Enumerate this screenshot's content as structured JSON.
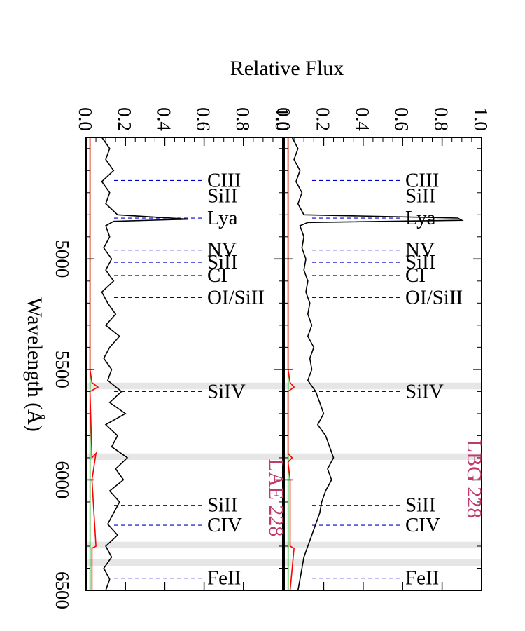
{
  "figure": {
    "y_axis_title": "Relative Flux",
    "x_axis_title": "Wavelength (Å)",
    "orientation": "rotated 90 degrees clockwise: wavelength increases downward, flux increases to the right"
  },
  "colors": {
    "spectrum": "#000000",
    "error": "#ff0000",
    "zero_level": "#00aa00",
    "line_marker": "#0000cc",
    "mask_band": "#e6e6e6",
    "object_label": "#c03a6c"
  },
  "chart_data": [
    {
      "type": "line",
      "object_label": "LAE 228",
      "xlabel": "Wavelength (Å)",
      "ylabel": "Relative Flux",
      "xlim": [
        4450,
        6500
      ],
      "ylim": [
        0.0,
        1.0
      ],
      "x_ticks": [
        "5000",
        "5500",
        "6000",
        "6500"
      ],
      "y_ticks": [
        "0.0",
        "0.2",
        "0.4",
        "0.6",
        "0.8",
        "1.0"
      ],
      "spectrum": {
        "x": [
          4450,
          4500,
          4550,
          4600,
          4650,
          4700,
          4750,
          4800,
          4820,
          4830,
          4850,
          4900,
          4950,
          5000,
          5050,
          5100,
          5150,
          5200,
          5250,
          5300,
          5350,
          5400,
          5450,
          5500,
          5550,
          5600,
          5650,
          5700,
          5750,
          5800,
          5850,
          5900,
          5950,
          6000,
          6050,
          6100,
          6150,
          6200,
          6250,
          6300,
          6350,
          6400,
          6450,
          6500
        ],
        "y": [
          0.08,
          0.12,
          0.1,
          0.14,
          0.08,
          0.12,
          0.1,
          0.16,
          0.52,
          0.14,
          0.1,
          0.12,
          0.09,
          0.13,
          0.1,
          0.14,
          0.08,
          0.11,
          0.15,
          0.1,
          0.17,
          0.12,
          0.09,
          0.13,
          0.11,
          0.18,
          0.12,
          0.2,
          0.1,
          0.16,
          0.13,
          0.21,
          0.15,
          0.19,
          0.12,
          0.17,
          0.14,
          0.11,
          0.16,
          0.1,
          0.13,
          0.09,
          0.12,
          0.1
        ]
      },
      "error": {
        "x": [
          4450,
          5500,
          5560,
          5580,
          5600,
          5900,
          5880,
          6000,
          6300,
          6310,
          6500
        ],
        "y": [
          0.02,
          0.02,
          0.03,
          0.06,
          0.02,
          0.03,
          0.05,
          0.03,
          0.05,
          0.03,
          0.03
        ]
      },
      "zero_level": 0.02
    },
    {
      "type": "line",
      "object_label": "LBG 228",
      "xlabel": "Wavelength (Å)",
      "ylabel": "Relative Flux",
      "xlim": [
        4450,
        6500
      ],
      "ylim": [
        0.0,
        1.0
      ],
      "x_ticks": [
        "5000",
        "5500",
        "6000",
        "6500"
      ],
      "y_ticks": [
        "0.0",
        "0.2",
        "0.4",
        "0.6",
        "0.8",
        "1.0"
      ],
      "spectrum": {
        "x": [
          4450,
          4500,
          4550,
          4600,
          4650,
          4700,
          4750,
          4800,
          4815,
          4825,
          4835,
          4850,
          4900,
          4950,
          5000,
          5050,
          5100,
          5150,
          5200,
          5250,
          5300,
          5350,
          5400,
          5450,
          5500,
          5550,
          5600,
          5650,
          5700,
          5750,
          5800,
          5850,
          5900,
          5950,
          6000,
          6050,
          6100,
          6150,
          6200,
          6250,
          6300,
          6350,
          6400,
          6450,
          6500
        ],
        "y": [
          0.04,
          0.07,
          0.05,
          0.08,
          0.06,
          0.09,
          0.07,
          0.1,
          0.88,
          0.9,
          0.12,
          0.08,
          0.1,
          0.09,
          0.11,
          0.1,
          0.12,
          0.11,
          0.13,
          0.12,
          0.14,
          0.12,
          0.15,
          0.13,
          0.14,
          0.12,
          0.16,
          0.18,
          0.2,
          0.17,
          0.21,
          0.23,
          0.25,
          0.22,
          0.24,
          0.21,
          0.19,
          0.18,
          0.16,
          0.14,
          0.12,
          0.1,
          0.09,
          0.08,
          0.07
        ]
      },
      "error": {
        "x": [
          4450,
          5500,
          5560,
          5580,
          5600,
          5880,
          5900,
          5920,
          6000,
          6300,
          6310,
          6500
        ],
        "y": [
          0.02,
          0.02,
          0.03,
          0.05,
          0.02,
          0.02,
          0.04,
          0.02,
          0.03,
          0.03,
          0.05,
          0.03
        ]
      },
      "zero_level": 0.02
    }
  ],
  "mask_bands": [
    {
      "from": 5560,
      "to": 5590
    },
    {
      "from": 5880,
      "to": 5910
    },
    {
      "from": 6280,
      "to": 6310
    },
    {
      "from": 6360,
      "to": 6390
    }
  ],
  "lines": [
    {
      "name": "CIII",
      "wavelength": 4645
    },
    {
      "name": "SiII",
      "wavelength": 4715
    },
    {
      "name": "Lya",
      "wavelength": 4815
    },
    {
      "name": "NV",
      "wavelength": 4960
    },
    {
      "name": "SiII",
      "wavelength": 5015
    },
    {
      "name": "CI",
      "wavelength": 5075
    },
    {
      "name": "OI/SiII",
      "wavelength": 5175
    },
    {
      "name": "SiIV",
      "wavelength": 5600
    },
    {
      "name": "SiII",
      "wavelength": 6115
    },
    {
      "name": "CIV",
      "wavelength": 6205
    },
    {
      "name": "FeII",
      "wavelength": 6445
    }
  ]
}
